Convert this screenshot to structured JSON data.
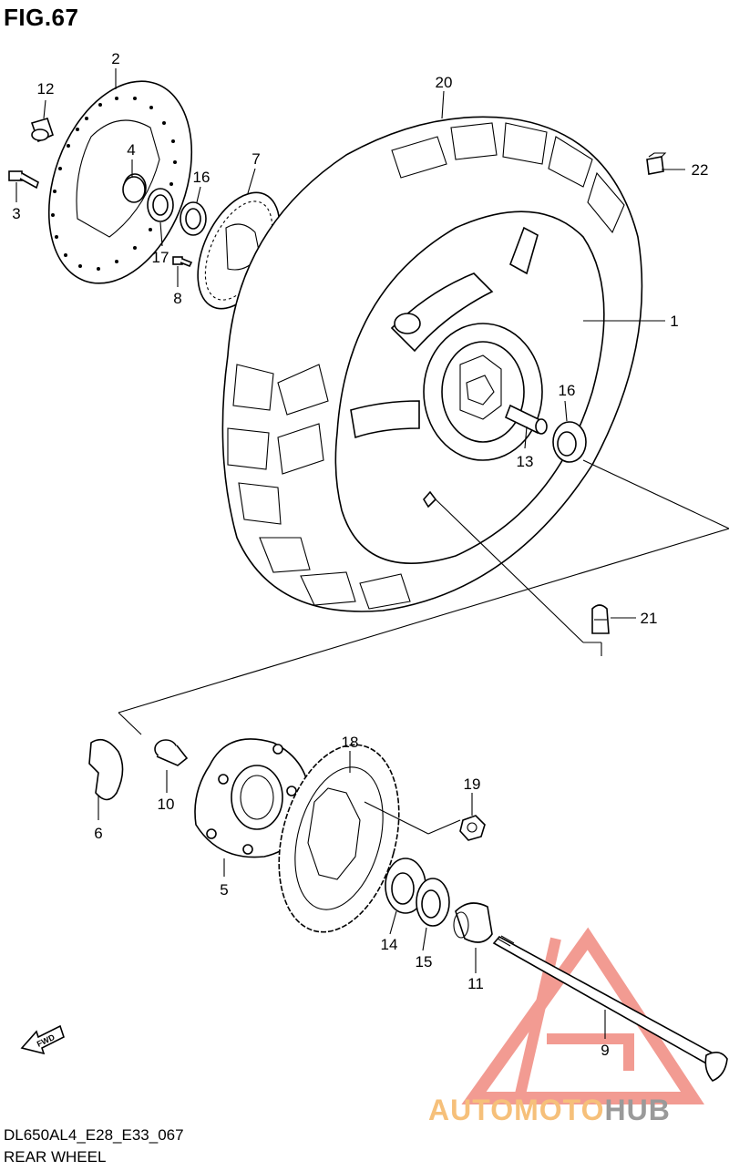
{
  "figure": {
    "title": "FIG.67",
    "model_code": "DL650AL4_E28_E33_067",
    "name": "REAR WHEEL"
  },
  "callouts": [
    "1",
    "2",
    "3",
    "4",
    "5",
    "6",
    "7",
    "8",
    "9",
    "10",
    "11",
    "12",
    "13",
    "14",
    "15",
    "16",
    "16",
    "17",
    "18",
    "19",
    "20",
    "21",
    "22"
  ],
  "fwd_marker": "FWD",
  "watermark": {
    "brand_part1": "AUTOMOTO",
    "brand_part2": "HUB",
    "color_primary": "#f08a80",
    "color_secondary": "#f6c07a",
    "color_tertiary": "#9a9a9a"
  }
}
